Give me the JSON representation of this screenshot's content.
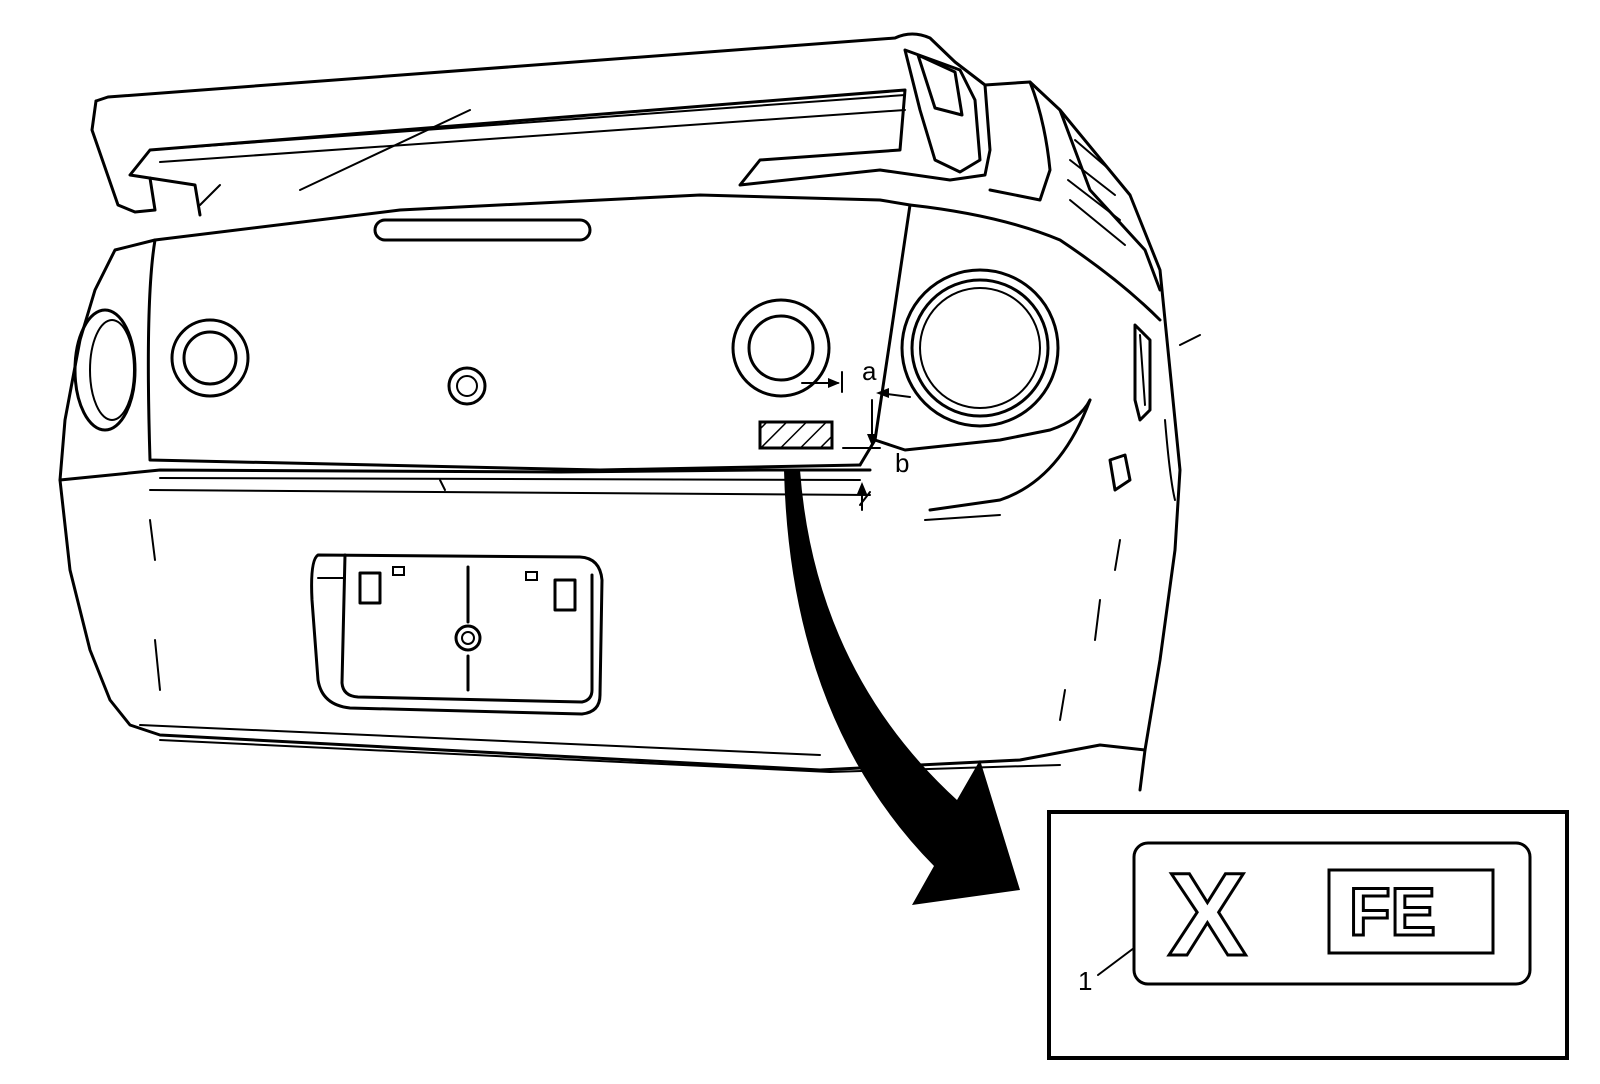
{
  "callouts": {
    "a": "a",
    "b": "b",
    "item_1": "1"
  },
  "emblem": {
    "big_letter": "X",
    "small_letters": "FE"
  }
}
